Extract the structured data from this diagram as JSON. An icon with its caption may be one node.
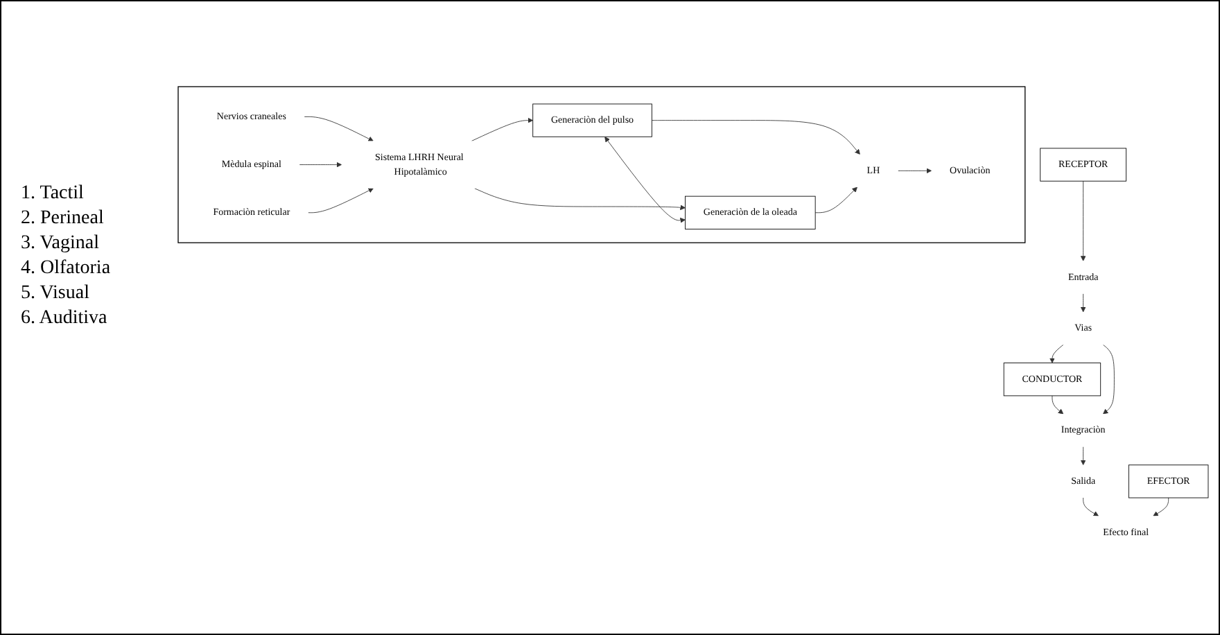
{
  "diagram": {
    "nodes": [
      {
        "text": [
          "RECEPTOR"
        ]
      },
      {
        "text": [
          "CONDUCTOR"
        ]
      },
      {
        "text": [
          "EFECTOR"
        ]
      },
      {
        "text": [
          "Entrada"
        ]
      },
      {
        "text": [
          "Vias"
        ]
      },
      {
        "text": [
          "Integraciòn"
        ]
      },
      {
        "text": [
          "Salida"
        ]
      },
      {
        "text": [
          "Efecto final"
        ]
      },
      {
        "text": [],
        "shape": "box"
      },
      {
        "text": [
          "Nervios craneales"
        ],
        "in": 8
      },
      {
        "text": [
          "Generaciòn del pulso"
        ],
        "in": 8
      },
      {
        "text": [
          "Sistema LHRH Neural Hipotalàmico"
        ],
        "in": 8
      },
      {
        "text": [
          "Mèdula espinal"
        ],
        "in": 8
      },
      {
        "text": [
          "LH"
        ],
        "in": 8
      },
      {
        "text": [
          "Ovulaciòn"
        ],
        "in": 8
      },
      {
        "text": [
          "Formaciòn reticular"
        ],
        "in": 8
      },
      {
        "text": [
          "Generaciòn de la oleada"
        ],
        "in": 8
      }
    ],
    "edges": [
      {
        "from": 0,
        "to": 3,
        "arrow": "to"
      },
      {
        "from": 3,
        "to": 4,
        "arrow": "to"
      },
      {
        "from": 4,
        "to": 1,
        "arrow": "to"
      },
      {
        "from": 1,
        "to": 5,
        "arrow": "to"
      },
      {
        "from": 4,
        "to": 5,
        "arrow": "to"
      },
      {
        "from": 5,
        "to": 6,
        "arrow": "to"
      },
      {
        "from": 6,
        "to": 7,
        "arrow": "to"
      },
      {
        "from": 2,
        "to": 7,
        "arrow": "to"
      },
      {
        "from": 9,
        "to": 11,
        "arrow": "to"
      },
      {
        "from": 12,
        "to": 11,
        "arrow": "to"
      },
      {
        "from": 15,
        "to": 11,
        "arrow": "to"
      },
      {
        "from": 11,
        "to": 10,
        "arrow": "to"
      },
      {
        "from": 11,
        "to": 16,
        "arrow": "to"
      },
      {
        "from": 10,
        "to": 16,
        "arrow": "both"
      },
      {
        "from": 10,
        "to": 13,
        "arrow": "to"
      },
      {
        "from": 16,
        "to": 13,
        "arrow": "to"
      },
      {
        "from": 13,
        "to": 14,
        "arrow": "to"
      }
    ],
    "labels": [
      "1. Tactil",
      "2. Perineal",
      "3. Vaginal",
      "4. Olfatoria",
      "5. Visual",
      "6. Auditiva"
    ]
  }
}
